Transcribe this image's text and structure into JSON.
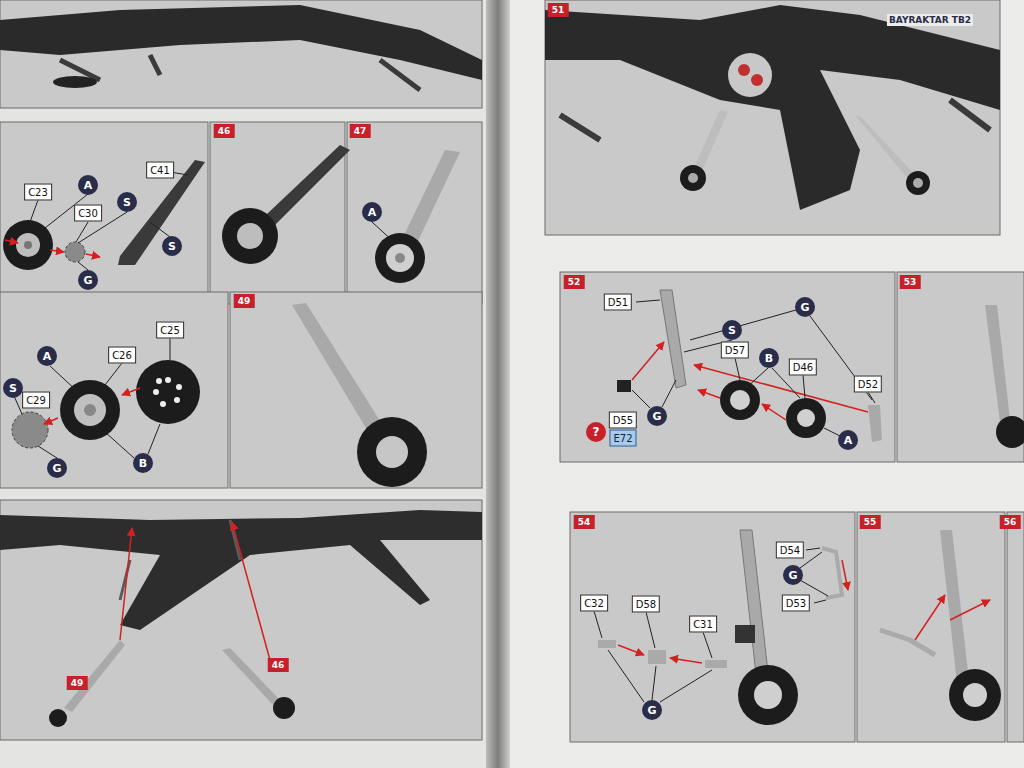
{
  "diagram": {
    "title": "BAYRAKTAR TB2",
    "labels": [
      "C23",
      "A",
      "C30",
      "S",
      "C41",
      "S",
      "G",
      "46",
      "47",
      "A",
      "C25",
      "C26",
      "A",
      "S",
      "C29",
      "G",
      "B",
      "49",
      "49",
      "46",
      "51",
      "52",
      "D51",
      "G",
      "S",
      "D57",
      "B",
      "D46",
      "D52",
      "?",
      "D55",
      "E72",
      "G",
      "A",
      "53",
      "54",
      "D54",
      "G",
      "D53",
      "C32",
      "D58",
      "C31",
      "G",
      "55",
      "56"
    ]
  }
}
